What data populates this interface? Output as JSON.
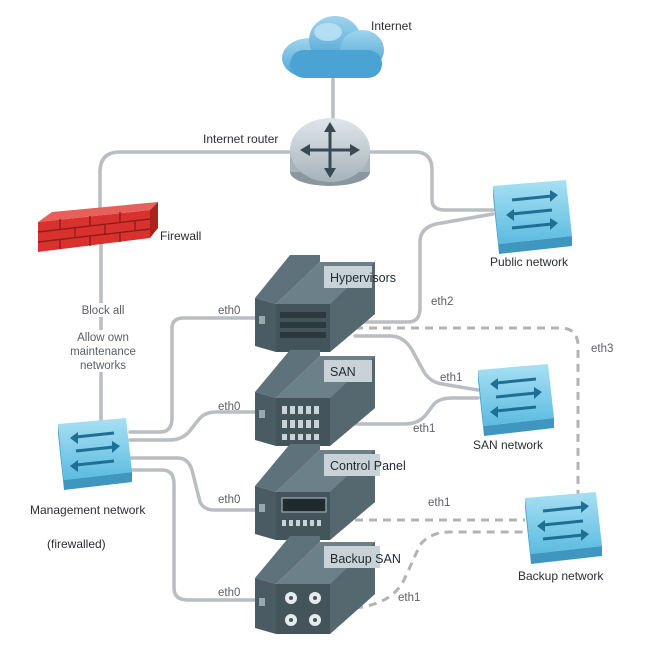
{
  "nodes": {
    "internet": "Internet",
    "router": "Internet router",
    "firewall": "Firewall",
    "public_network": "Public network",
    "san_network": "SAN network",
    "backup_network": "Backup network",
    "management_network": "Management network",
    "management_note": "(firewalled)"
  },
  "servers": {
    "hypervisors": "Hypervisors",
    "san": "SAN",
    "control_panel": "Control Panel",
    "backup_san": "Backup SAN"
  },
  "firewall_rules": {
    "line1": "Block all",
    "line2": "Allow own",
    "line3": "maintenance",
    "line4": "networks"
  },
  "interfaces": {
    "hyp_eth0": "eth0",
    "hyp_eth2": "eth2",
    "hyp_eth3": "eth3",
    "san_eth0": "eth0",
    "san_eth1_a": "eth1",
    "san_eth1_b": "eth1",
    "cp_eth0": "eth0",
    "cp_eth1": "eth1",
    "bsan_eth0": "eth0",
    "bsan_eth1": "eth1"
  },
  "colors": {
    "cable": "#b9bec2",
    "dashed_cable": "#b3b3b3",
    "switch": "#6ec6e6",
    "server": "#4e6068",
    "firewall": "#d9322e",
    "cloud": "#5dafd6"
  }
}
